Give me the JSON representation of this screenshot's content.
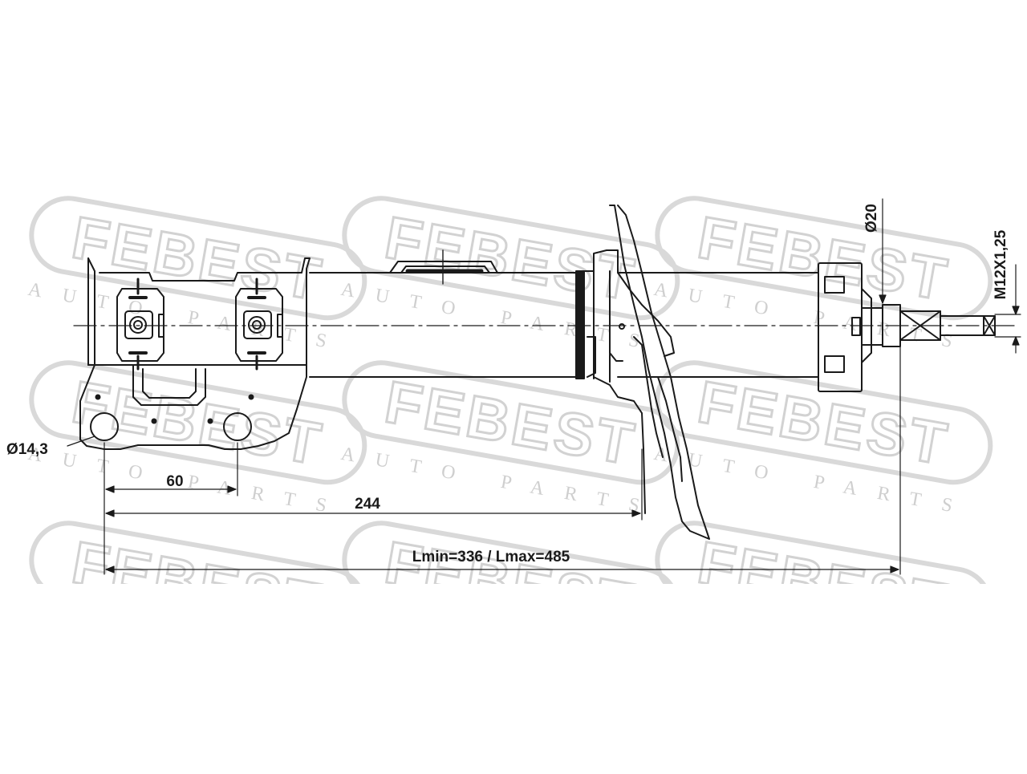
{
  "watermark": {
    "brand": "FEBEST",
    "tagline": "AUTO PARTS",
    "color": "#d6d6d6"
  },
  "dimensions": {
    "hole_diameter": "Ø14,3",
    "hole_spacing": "60",
    "bracket_length": "244",
    "overall_length": "Lmin=336 / Lmax=485",
    "rod_diameter": "Ø20",
    "thread": "M12X1,25"
  },
  "colors": {
    "line": "#1a1a1a",
    "background": "#ffffff"
  }
}
